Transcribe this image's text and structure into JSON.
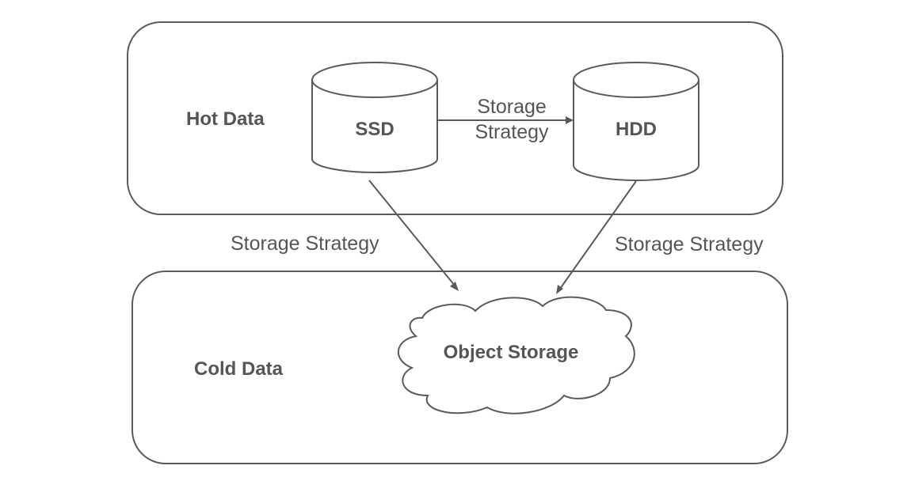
{
  "groups": {
    "hot": {
      "label": "Hot Data"
    },
    "cold": {
      "label": "Cold Data"
    }
  },
  "nodes": {
    "ssd": {
      "label": "SSD",
      "shape": "cylinder"
    },
    "hdd": {
      "label": "HDD",
      "shape": "cylinder"
    },
    "object_storage": {
      "label": "Object Storage",
      "shape": "cloud"
    }
  },
  "edges": {
    "ssd_to_hdd": {
      "line1": "Storage",
      "line2": "Strategy"
    },
    "ssd_to_object": {
      "label": "Storage Strategy"
    },
    "hdd_to_object": {
      "label": "Storage Strategy"
    }
  },
  "colors": {
    "stroke": "#5a5a5a",
    "text": "#555555",
    "background": "#ffffff"
  }
}
